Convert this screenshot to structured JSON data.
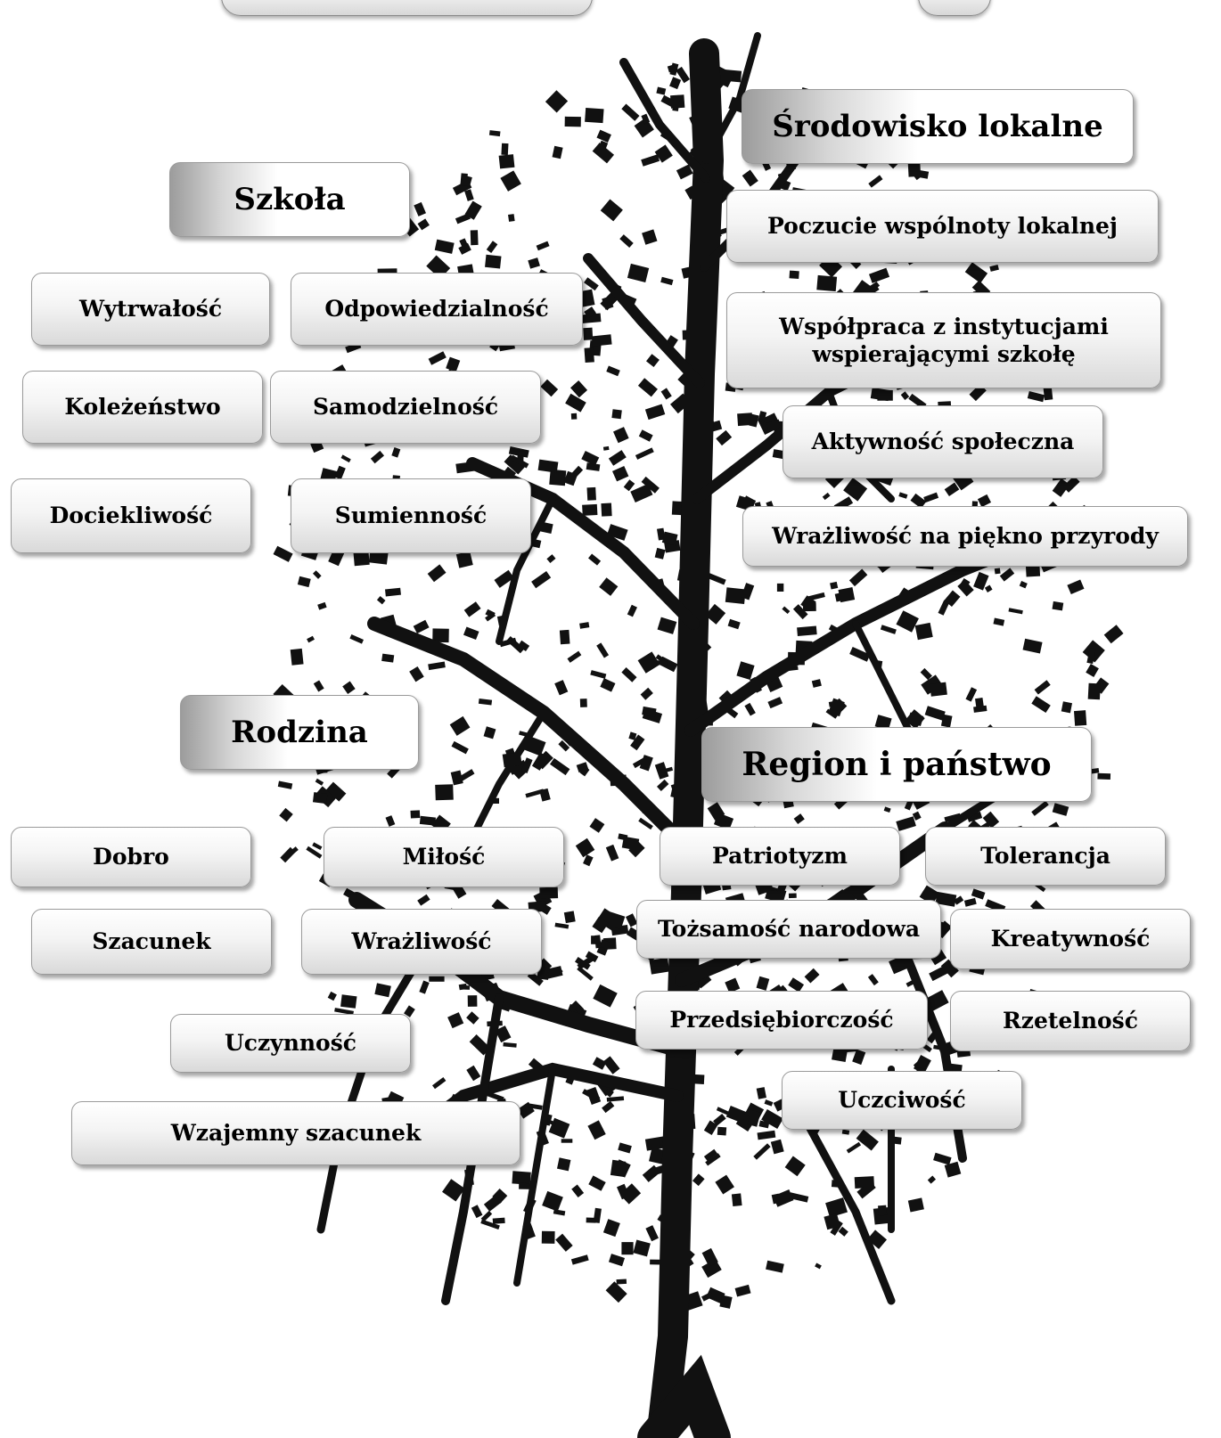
{
  "categories": {
    "szkola": "Szkoła",
    "srodowisko": "Środowisko lokalne",
    "rodzina": "Rodzina",
    "region": "Region i państwo"
  },
  "szkola_values": {
    "wytrwalosc": "Wytrwałość",
    "odpowiedzialnosc": "Odpowiedzialność",
    "kolezenstwo": "Koleżeństwo",
    "samodzielnosc": "Samodzielność",
    "dociekliwosc": "Dociekliwość",
    "sumiennosc": "Sumienność"
  },
  "srodowisko_values": {
    "poczucie": "Poczucie wspólnoty lokalnej",
    "wspolpraca_line1": "Współpraca z instytucjami",
    "wspolpraca_line2": "wspierającymi szkołę",
    "aktywnosc": "Aktywność społeczna",
    "wrazliwosc_przyroda": "Wrażliwość na piękno przyrody"
  },
  "rodzina_values": {
    "dobro": "Dobro",
    "milosc": "Miłość",
    "szacunek": "Szacunek",
    "wrazliwosc": "Wrażliwość",
    "uczynnosc": "Uczynność",
    "wzajemny_szacunek": "Wzajemny szacunek"
  },
  "region_values": {
    "patriotyzm": "Patriotyzm",
    "tolerancja": "Tolerancja",
    "tozsamosc": "Tożsamość narodowa",
    "kreatywnosc": "Kreatywność",
    "przedsiebiorczosc": "Przedsiębiorczość",
    "rzetelnosc": "Rzetelność",
    "uczciwosc": "Uczciwość"
  },
  "colors": {
    "tree": "#111111",
    "box_border": "#9a9a9a",
    "box_shade": "#d9d9d9"
  }
}
